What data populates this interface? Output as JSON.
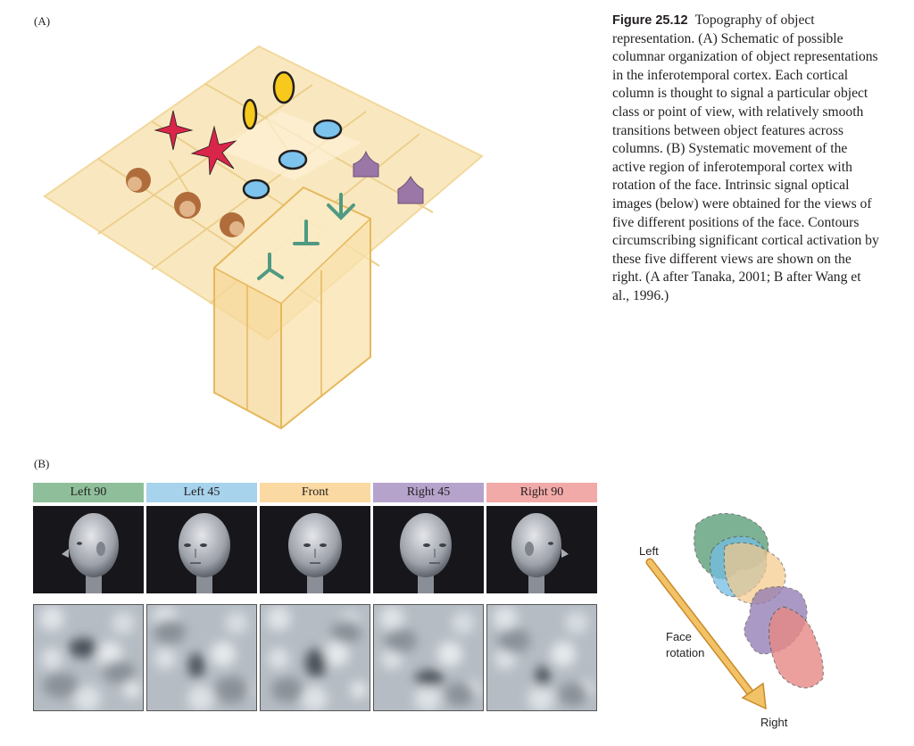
{
  "panel_a": {
    "label": "(A)"
  },
  "panel_b": {
    "label": "(B)"
  },
  "caption": {
    "figure_number": "Figure 25.12",
    "text": "Topography of object representation. (A) Schematic of possible columnar organization of object representations in the inferotemporal cortex. Each cortical column is thought to signal a particular object class or point of view, with relatively smooth transitions between object features across columns. (B) Systematic movement of the active region of inferotemporal cortex with rotation of the face. Intrinsic signal optical images (below) were obtained for the views of five different positions of the face. Contours circumscribing significant cortical activation by these five different views are shown on the right. (A after Tanaka, 2001; B after Wang et al., 1996.)"
  },
  "views": [
    {
      "label": "Left 90",
      "color": "#8fbf9a",
      "fill": "#5fa07a"
    },
    {
      "label": "Left 45",
      "color": "#a7d3ec",
      "fill": "#74bde3"
    },
    {
      "label": "Front",
      "color": "#fbd9a2",
      "fill": "#f6c98a"
    },
    {
      "label": "Right 45",
      "color": "#b6a3cc",
      "fill": "#8f78b2"
    },
    {
      "label": "Right 90",
      "color": "#f2aaa8",
      "fill": "#e88985"
    }
  ],
  "rotation_diagram": {
    "start_label": "Left",
    "end_label": "Right",
    "axis_label_line1": "Face",
    "axis_label_line2": "rotation",
    "arrow_color": "#f2c266"
  },
  "icons": {
    "star": "red-star-icon",
    "ellipse_yellow": "yellow-ellipse-icon",
    "ellipse_blue": "blue-ellipse-icon",
    "monkey_face": "monkey-face-icon",
    "purple_shape": "purple-shape-icon",
    "green_shape": "green-shape-icon"
  }
}
